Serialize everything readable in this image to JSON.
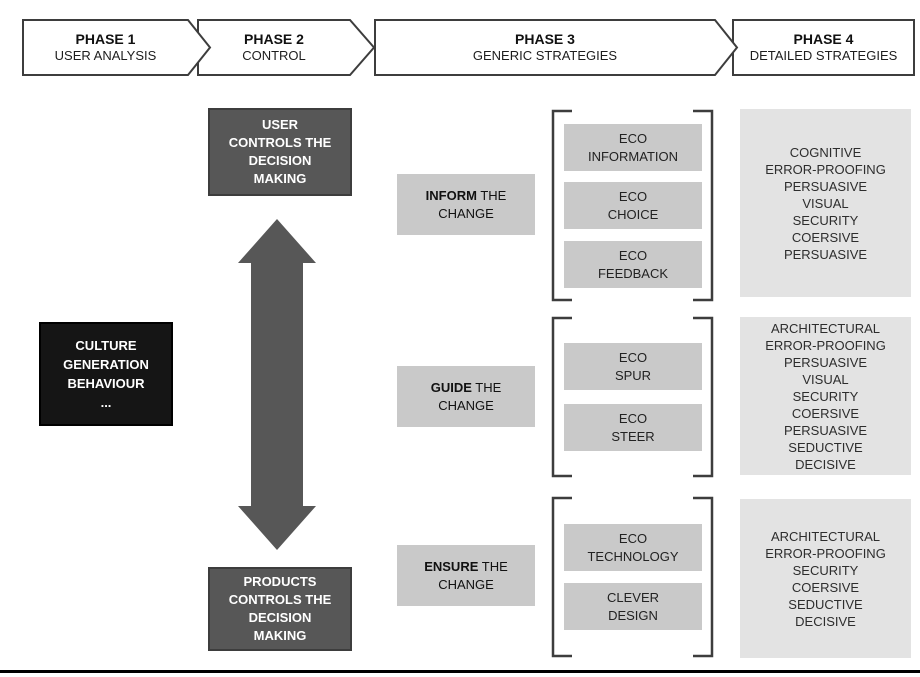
{
  "diagram": {
    "phases": [
      {
        "title": "PHASE 1",
        "subtitle": "USER ANALYSIS"
      },
      {
        "title": "PHASE 2",
        "subtitle": "CONTROL"
      },
      {
        "title": "PHASE 3",
        "subtitle": "GENERIC STRATEGIES"
      },
      {
        "title": "PHASE 4",
        "subtitle": "DETAILED STRATEGIES"
      }
    ],
    "culture_box": "CULTURE\nGENERATION\nBEHAVIOUR\n...",
    "control": {
      "top_box": "USER\nCONTROLS THE\nDECISION\nMAKING",
      "bottom_box": "PRODUCTS\nCONTROLS THE\nDECISION\nMAKING"
    },
    "groups": [
      {
        "label": {
          "bold": "INFORM",
          "rest": " THE",
          "line2": "CHANGE"
        },
        "strategies": [
          "ECO\nINFORMATION",
          "ECO\nCHOICE",
          "ECO\nFEEDBACK"
        ],
        "detailed": "COGNITIVE\nERROR-PROOFING\nPERSUASIVE\nVISUAL\nSECURITY\nCOERSIVE\nPERSUASIVE"
      },
      {
        "label": {
          "bold": "GUIDE",
          "rest": " THE",
          "line2": "CHANGE"
        },
        "strategies": [
          "ECO\nSPUR",
          "ECO\nSTEER"
        ],
        "detailed": "ARCHITECTURAL\nERROR-PROOFING\nPERSUASIVE\nVISUAL\nSECURITY\nCOERSIVE\nPERSUASIVE\nSEDUCTIVE\nDECISIVE"
      },
      {
        "label": {
          "bold": "ENSURE",
          "rest": " THE",
          "line2": "CHANGE"
        },
        "strategies": [
          "ECO\nTECHNOLOGY",
          "CLEVER\nDESIGN"
        ],
        "detailed": "ARCHITECTURAL\nERROR-PROOFING\nSECURITY\nCOERSIVE\nSEDUCTIVE\nDECISIVE"
      }
    ],
    "colors": {
      "dark_gray_box": "#575757",
      "black_box": "#151515",
      "light_gray_box": "#c9c9c9",
      "detail_box": "#e3e3e3",
      "outline": "#3d3d3d",
      "bottom_rule": "#000000"
    }
  }
}
